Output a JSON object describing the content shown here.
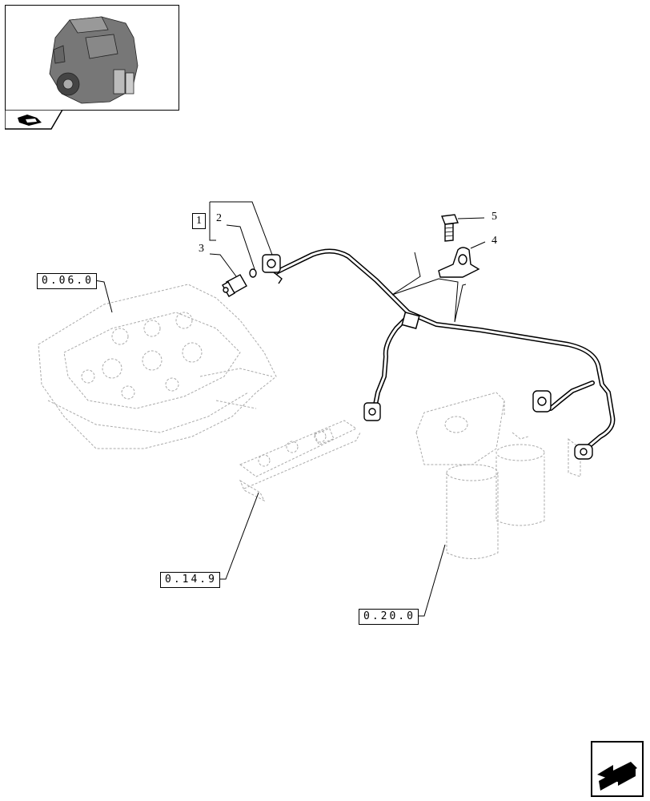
{
  "thumbnail": {
    "icon": "engine-thumbnail",
    "tab_icon": "engine-nav-icon"
  },
  "references": [
    {
      "id": "ref-0-06-0",
      "label": "0.06.0"
    },
    {
      "id": "ref-0-14-9",
      "label": "0.14.9"
    },
    {
      "id": "ref-0-20-0",
      "label": "0.20.0"
    }
  ],
  "callouts": {
    "item1": "1",
    "item2": "2",
    "item3": "3",
    "item4": "4",
    "item5": "5"
  },
  "navigation": {
    "next_icon": "next-page-arrow-icon"
  }
}
